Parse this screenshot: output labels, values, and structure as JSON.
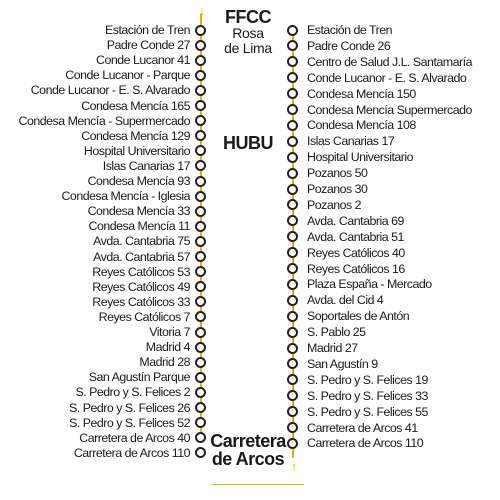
{
  "hubs": {
    "ffcc": "FFCC",
    "ffcc_line1": "Rosa",
    "ffcc_line2": "de Lima",
    "hubu": "HUBU",
    "carretera_line1": "Carretera",
    "carretera_line2": "de Arcos"
  },
  "left_stops": [
    "Estación de Tren",
    "Padre Conde 27",
    "Conde Lucanor 41",
    "Conde Lucanor - Parque",
    "Conde Lucanor - E. S. Alvarado",
    "Condesa Mencía 165",
    "Condesa Mencía - Supermercado",
    "Condesa Mencía 129",
    "Hospital Universitario",
    "Islas Canarias 17",
    "Condesa Mencía 93",
    "Condesa Mencía - Iglesia",
    "Condesa Mencía 33",
    "Condesa Mencía 11",
    "Avda. Cantabria 75",
    "Avda. Cantabria 57",
    "Reyes Católicos 53",
    "Reyes Católicos 49",
    "Reyes Católicos 33",
    "Reyes Católicos 7",
    "Vitoria 7",
    "Madrid 4",
    "Madrid 28",
    "San Agustín Parque",
    "S. Pedro y S. Felices 2",
    "S. Pedro y S. Felices 26",
    "S. Pedro y S. Felices 52",
    "Carretera de Arcos 40",
    "Carretera de Arcos 110"
  ],
  "right_stops": [
    "Estación de Tren",
    "Padre Conde 26",
    "Centro de Salud J.L. Santamaría",
    "Conde Lucanor - E. S. Alvarado",
    "Condesa Mencía 150",
    "Condesa Mencía Supermercado",
    "Condesa Mencía 108",
    "Islas Canarias 17",
    "Hospital Universitario",
    "Pozanos 50",
    "Pozanos 30",
    "Pozanos 2",
    "Avda. Cantabria 69",
    "Avda. Cantabria 51",
    "Reyes Católicos 40",
    "Reyes Católicos 16",
    "Plaza España - Mercado",
    "Avda. del Cid 4",
    "Soportales de Antón",
    "S. Pablo 25",
    "Madrid 27",
    "San Agustín 9",
    "S. Pedro y S. Felices 19",
    "S. Pedro y S. Felices 33",
    "S. Pedro y S. Felices 55",
    "Carretera de Arcos 41",
    "Carretera de Arcos 110"
  ],
  "colors": {
    "line": "#f2a900",
    "stop_outline": "#222222",
    "text": "#1a1a1a"
  },
  "icons": {
    "start_arrow": "arrow-down-icon",
    "end_arrow": "arrow-up-icon"
  }
}
